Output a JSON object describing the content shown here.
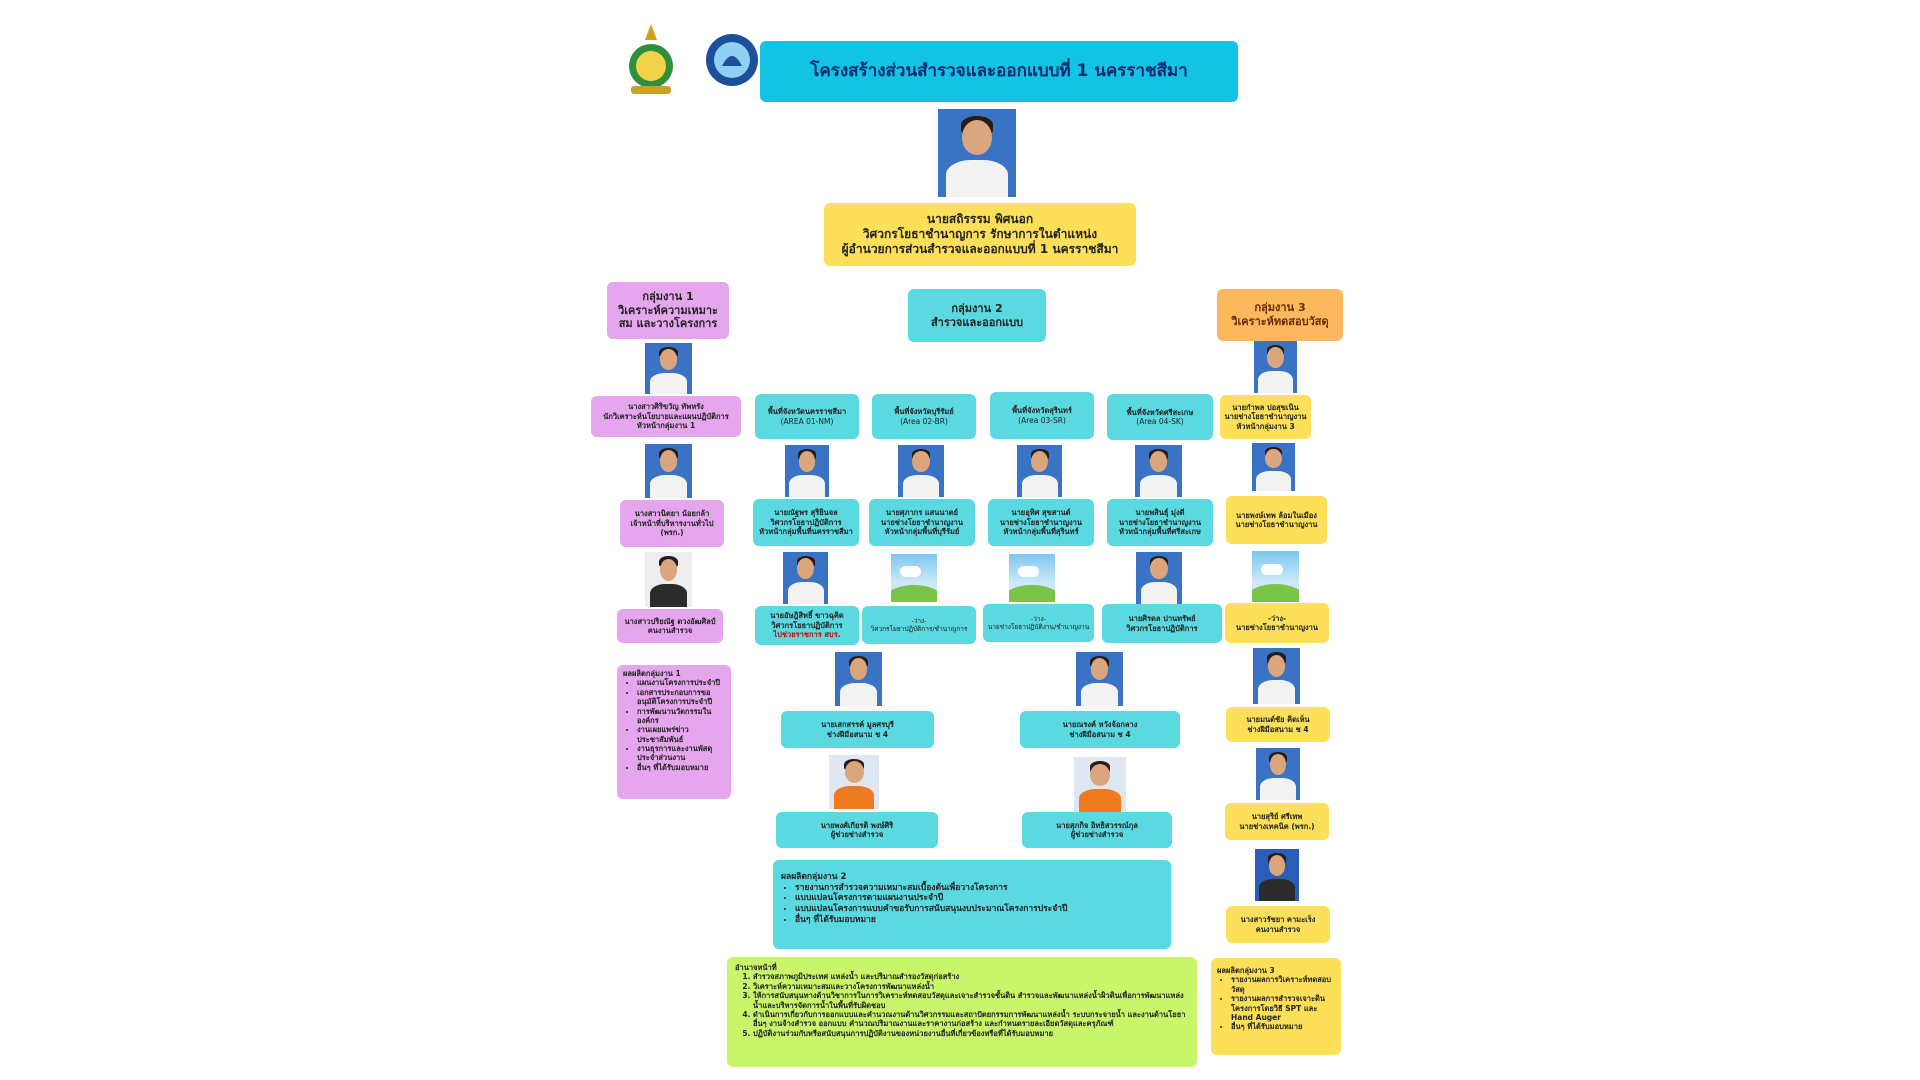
{
  "header": {
    "title": "โครงสร้างส่วนสำรวจและออกแบบที่ 1 นครราชสีมา"
  },
  "director": {
    "name": "นายสถิรรรม พิศนอก",
    "line2": "วิศวกรโยธาชำนาญการ รักษาการในตำแหน่ง",
    "line3": "ผู้อำนวยการส่วนสำรวจและออกแบบที่ 1 นครราชสีมา"
  },
  "group1": {
    "title": "กลุ่มงาน 1",
    "subtitle": "วิเคราะห์ความเหมาะสม และวางโครงการ",
    "p1": {
      "name": "นางสาวศิริขวัญ ทัพหรัง",
      "role": "นักวิเคราะห์นโยบายและแผนปฏิบัติการ",
      "role2": "หัวหน้ากลุ่มงาน 1"
    },
    "p2": {
      "name": "นางสาวนิตยา น้อยกล้า",
      "role": "เจ้าหน้าที่บริหารงานทั่วไป",
      "role2": "(พรก.)"
    },
    "p3": {
      "name": "นางสาวปริยณัฐ ดวงอัฒศิลป์",
      "role": "คนงานสำรวจ"
    },
    "products": {
      "title": "ผลผลิตกลุ่มงาน 1",
      "items": [
        "แผนงานโครงการประจำปี",
        "เอกสารประกอบการขออนุมัติโครงการประจำปี",
        "การพัฒนานวัตกรรมในองค์กร",
        "งานเผยแพร่ข่าวประชาสัมพันธ์",
        "งานธุรการและงานพัสดุประจำส่วนงาน",
        "อื่นๆ ที่ได้รับมอบหมาย"
      ]
    }
  },
  "group2": {
    "title": "กลุ่มงาน 2",
    "subtitle": "สำรวจและออกแบบ",
    "areas": [
      {
        "name": "พื้นที่จังหวัดนครราชสีมา",
        "code": "(AREA 01-NM)"
      },
      {
        "name": "พื้นที่จังหวัดบุรีรัมย์",
        "code": "(Area 02-BR)"
      },
      {
        "name": "พื้นที่จังหวัดสุรินทร์",
        "code": "(Area 03-SR)"
      },
      {
        "name": "พื้นที่จังหวัดศรีสะเกษ",
        "code": "(Area 04-SK)"
      }
    ],
    "leads": [
      {
        "name": "นายณัฐพร สุริยินจล",
        "role": "วิศวกรโยธาปฏิบัติการ",
        "role2": "หัวหน้ากลุ่มพื้นที่นครราชสีมา"
      },
      {
        "name": "นายศุภากร แสนนาตย์",
        "role": "นายช่างโยธาชำนาญงาน",
        "role2": "หัวหน้ากลุ่มพื้นที่บุรีรัมย์"
      },
      {
        "name": "นายอุทิศ สุขสานต์",
        "role": "นายช่างโยธาชำนาญงาน",
        "role2": "หัวหน้ากลุ่มพื้นที่สุรินทร์"
      },
      {
        "name": "นายพสินธุ์ มุ่งดี",
        "role": "นายช่างโยธาชำนาญงาน",
        "role2": "หัวหน้ากลุ่มพื้นที่ศรีสะเกษ"
      }
    ],
    "second": [
      {
        "name": "นายอัษฎิสิทธิ์ ขาวฉุคิด",
        "role": "วิศวกรโยธาปฏิบัติการ",
        "note": "ไปช่วยราชการ สบร."
      },
      {
        "name": "-ว่าง-",
        "role": "วิศวกรโยธาปฏิบัติการ/ชำนาญการ"
      },
      {
        "name": "-ว่าง-",
        "role": "นายช่างโยธาปฏิบัติงาน/ชำนาญงาน"
      },
      {
        "name": "นายศิรดล ปานทรัพย์",
        "role": "วิศวกรโยธาปฏิบัติการ"
      }
    ],
    "tech": [
      {
        "name": "นายเสกสรรค์ มูลศรบุรี",
        "role": "ช่างฝีมือสนาม ช 4"
      },
      {
        "name": "นายณรงค์ หวังจ้อกลาง",
        "role": "ช่างฝีมือสนาม ช 4"
      }
    ],
    "assist": [
      {
        "name": "นายพงศ์เกียรติ พงษ์ศิริ",
        "role": "ผู้ช่วยช่างสำรวจ"
      },
      {
        "name": "นายสุภกิจ อิทธิสวรรณ์กุล",
        "role": "ผู้ช่วยช่างสำรวจ"
      }
    ],
    "products": {
      "title": "ผลผลิตกลุ่มงาน 2",
      "items": [
        "รายงานการสำรวจความเหมาะสมเบื้องต้นเพื่อวางโครงการ",
        "แบบแปลนโครงการตามแผนงานประจำปี",
        "แบบแปลนโครงการแบบคำขอรับการสนับสนุนงบประมาณโครงการประจำปี",
        "อื่นๆ ที่ได้รับมอบหมาย"
      ]
    }
  },
  "group3": {
    "title": "กลุ่มงาน 3",
    "subtitle": "วิเคราะห์ทดสอบวัสดุ",
    "people": [
      {
        "name": "นายกำพล ปอสุขเนิน",
        "role": "นายช่างโยธาชำนาญงาน",
        "role2": "หัวหน้ากลุ่มงาน 3"
      },
      {
        "name": "นายพงษ์เทพ ล้อมในเมือง",
        "role": "นายช่างโยธาชำนาญงาน"
      },
      {
        "name": "-ว่าง-",
        "role": "นายช่างโยธาชำนาญงาน"
      },
      {
        "name": "นายมนต์ชัย คิดเห็น",
        "role": "ช่างฝีมือสนาม ช 4"
      },
      {
        "name": "นายสุริย์ ศรีเทพ",
        "role": "นายช่างเทคนิค (พรก.)"
      },
      {
        "name": "นางสาวรัชยา คามะเร็ง",
        "role": "คนงานสำรวจ"
      }
    ],
    "products": {
      "title": "ผลผลิตกลุ่มงาน 3",
      "items": [
        "รายงานผลการวิเคราะห์ทดสอบวัสดุ",
        "รายงานผลการสำรวจเจาะดินโครงการโดยวิธี SPT และ Hand Auger",
        "อื่นๆ ที่ได้รับมอบหมาย"
      ]
    }
  },
  "duties": {
    "title": "อำนาจหน้าที่",
    "items": [
      "สำรวจสภาพภูมิประเทศ แหล่งน้ำ และปริมาณสำรองวัสดุก่อสร้าง",
      "วิเคราะห์ความเหมาะสมและวางโครงการพัฒนาแหล่งน้ำ",
      "ให้การสนับสนุนทางด้านวิชาการในการวิเคราะห์ทดสอบวัสดุและเจาะสำรวจชั้นดิน สำรวจและพัฒนาแหล่งน้ำผิวดินเพื่อการพัฒนาแหล่งน้ำและบริหารจัดการน้ำในพื้นที่รับผิดชอบ",
      "ดำเนินการเกี่ยวกับการออกแบบและคำนวณงานด้านวิศวกรรมและสถาปัตยกรรมการพัฒนาแหล่งน้ำ ระบบกระจายน้ำ และงานด้านโยธาอื่นๆ งานจ้างสำรวจ ออกแบบ คำนวณปริมาณงานและราคางานก่อสร้าง และกำหนดรายละเอียดวัสดุและครุภัณฑ์",
      "ปฏิบัติงานร่วมกับหรือสนับสนุนการปฏิบัติงานของหน่วยงานอื่นที่เกี่ยวข้องหรือที่ได้รับมอบหมาย"
    ]
  },
  "colors": {
    "cyan": "#5ad9e0",
    "yellow": "#fde05a",
    "purple": "#e5a6ee",
    "orange": "#fbb85f",
    "green": "#c9f56b",
    "header": "#12c3e4"
  }
}
